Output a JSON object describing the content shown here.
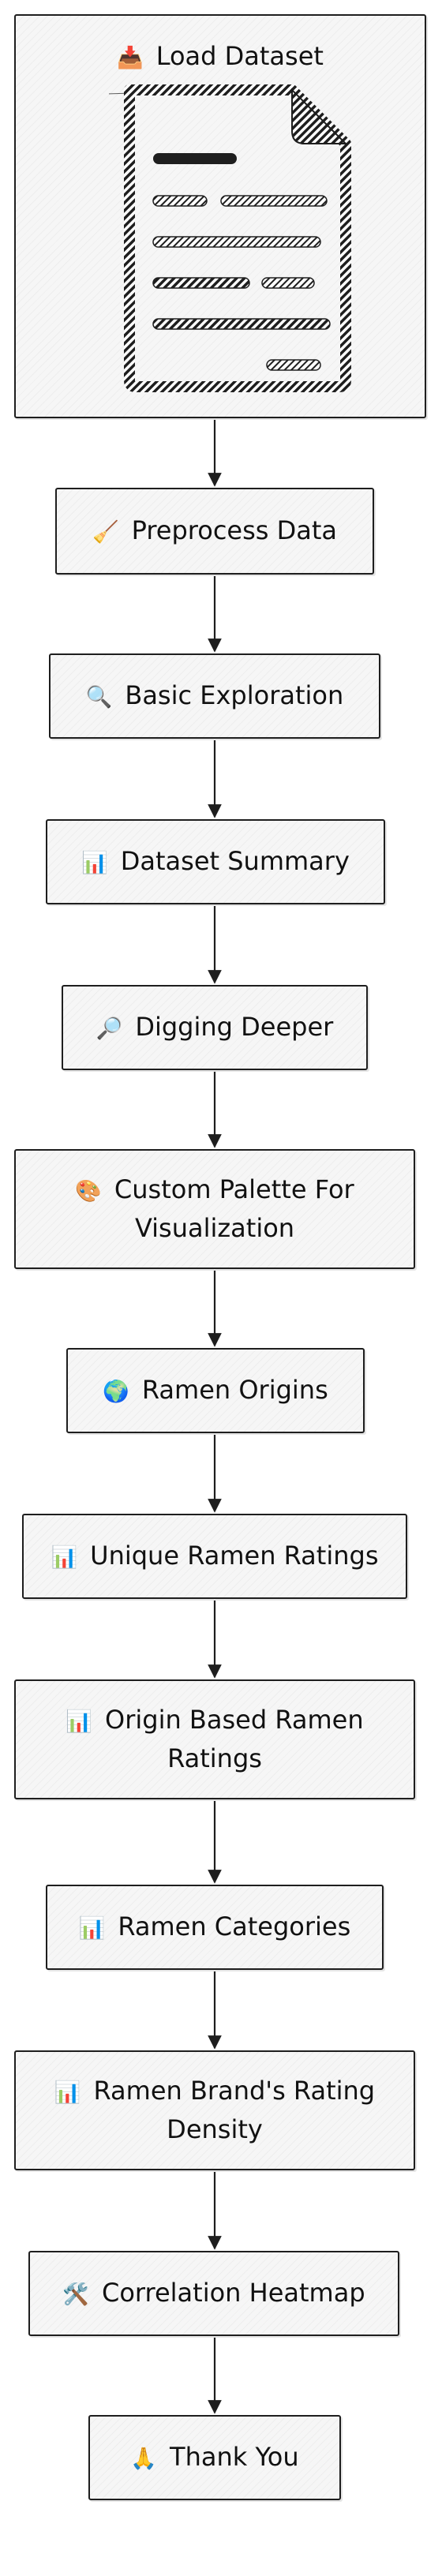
{
  "nodes": [
    {
      "icon": "📥",
      "label": "Load Dataset",
      "icon_name": "inbox-tray-icon"
    },
    {
      "icon": "🧹",
      "label": "Preprocess Data",
      "icon_name": "broom-icon"
    },
    {
      "icon": "🔍",
      "label": "Basic Exploration",
      "icon_name": "magnifying-glass-icon"
    },
    {
      "icon": "📊",
      "label": "Dataset Summary",
      "icon_name": "bar-chart-icon"
    },
    {
      "icon": "🔎",
      "label": "Digging Deeper",
      "icon_name": "magnifying-glass-icon"
    },
    {
      "icon": "🎨",
      "label": "Custom Palette For Visualization",
      "icon_name": "palette-icon"
    },
    {
      "icon": "🌍",
      "label": "Ramen Origins",
      "icon_name": "globe-icon"
    },
    {
      "icon": "📊",
      "label": "Unique Ramen Ratings",
      "icon_name": "bar-chart-icon"
    },
    {
      "icon": "📊",
      "label": "Origin Based Ramen Ratings",
      "icon_name": "bar-chart-icon"
    },
    {
      "icon": "📊",
      "label": "Ramen Categories",
      "icon_name": "bar-chart-icon"
    },
    {
      "icon": "📊",
      "label": "Ramen Brand's Rating Density",
      "icon_name": "bar-chart-icon"
    },
    {
      "icon": "🛠️",
      "label": "Correlation Heatmap",
      "icon_name": "tools-icon"
    },
    {
      "icon": "🙏",
      "label": "Thank You",
      "icon_name": "folded-hands-icon"
    }
  ],
  "document_illustration": {
    "icon_name": "document-icon"
  },
  "colors": {
    "stroke": "#1e1e1e",
    "fill": "#f6f6f6"
  }
}
